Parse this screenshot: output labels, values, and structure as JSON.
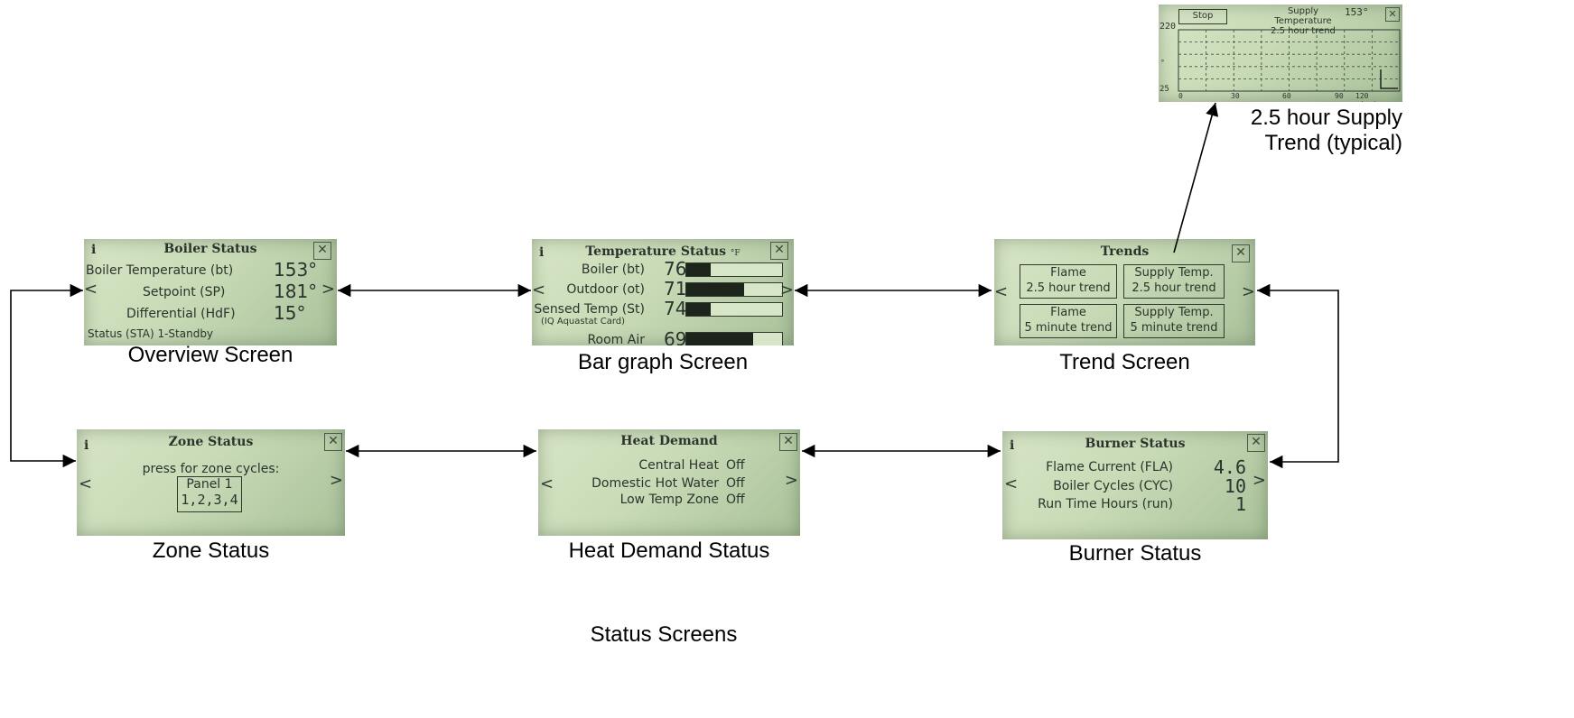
{
  "figure_title": "Status Screens",
  "captions": {
    "overview": "Overview Screen",
    "bargraph": "Bar graph Screen",
    "trend": "Trend Screen",
    "zone": "Zone Status",
    "heat": "Heat Demand Status",
    "burner": "Burner Status",
    "supply_line1": "2.5 hour Supply",
    "supply_line2": "Trend (typical)"
  },
  "boiler_status": {
    "info": "i",
    "title": "Boiler Status",
    "close": "✕",
    "rows": [
      {
        "label": "Boiler Temperature (bt)",
        "value": "153°"
      },
      {
        "label": "Setpoint (SP)",
        "value": "181°"
      },
      {
        "label": "Differential (HdF)",
        "value": "15°"
      }
    ],
    "status": "Status (STA) 1-Standby"
  },
  "temperature_status": {
    "info": "i",
    "title": "Temperature Status",
    "unit": "°F",
    "close": "✕",
    "rows": [
      {
        "label": "Boiler (bt)",
        "value": "76",
        "fill": 0.25
      },
      {
        "label": "Outdoor (ot)",
        "value": "71",
        "fill": 0.6
      },
      {
        "label": "Sensed Temp (St)",
        "value": "74",
        "fill": 0.25
      },
      {
        "label": "Room Air",
        "value": "69",
        "fill": 0.7
      }
    ],
    "sublabel": "(IQ Aquastat Card)"
  },
  "trends": {
    "title": "Trends",
    "close": "✕",
    "buttons": [
      {
        "line1": "Flame",
        "line2": "2.5 hour trend"
      },
      {
        "line1": "Supply Temp.",
        "line2": "2.5 hour trend"
      },
      {
        "line1": "Flame",
        "line2": "5 minute trend"
      },
      {
        "line1": "Supply Temp.",
        "line2": "5 minute trend"
      }
    ]
  },
  "zone_status": {
    "info": "i",
    "title": "Zone Status",
    "close": "✕",
    "prompt": "press for zone cycles:",
    "panel_line1": "Panel 1",
    "panel_line2": "1,2,3,4"
  },
  "heat_demand": {
    "title": "Heat Demand",
    "close": "✕",
    "rows": [
      {
        "label": "Central Heat",
        "value": "Off"
      },
      {
        "label": "Domestic Hot Water",
        "value": "Off"
      },
      {
        "label": "Low Temp Zone",
        "value": "Off"
      }
    ]
  },
  "burner_status": {
    "info": "i",
    "title": "Burner Status",
    "close": "✕",
    "rows": [
      {
        "label": "Flame Current (FLA)",
        "value": "4.6"
      },
      {
        "label": "Boiler Cycles (CYC)",
        "value": "10"
      },
      {
        "label": "Run Time Hours (run)",
        "value": "1"
      }
    ]
  },
  "supply_trend": {
    "stop": "Stop",
    "title_line1": "Supply Temperature",
    "title_line2": "2.5 hour trend",
    "current": "153°",
    "close": "✕",
    "y_top": "220",
    "y_unit": "°",
    "y_bottom": "25",
    "x_ticks": [
      "0",
      "30",
      "60",
      "90",
      "120 minutes"
    ]
  },
  "nav": {
    "left": "<",
    "right": ">"
  }
}
